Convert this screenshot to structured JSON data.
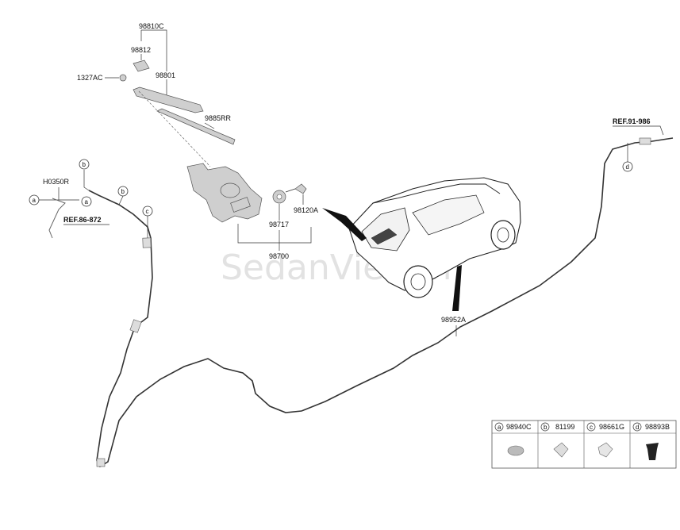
{
  "watermark": "SedanViet.vn",
  "references": {
    "ref_left": "REF.86-872",
    "ref_right": "REF.91-986"
  },
  "labels": {
    "p98810C": "98810C",
    "p98812": "98812",
    "p98801": "98801",
    "p1327AC": "1327AC",
    "p9885RR": "9885RR",
    "pH0350R": "H0350R",
    "p98120A": "98120A",
    "p98717": "98717",
    "p98700": "98700",
    "p98952A": "98952A"
  },
  "callouts": {
    "a": "a",
    "b": "b",
    "c": "c",
    "d": "d"
  },
  "legend": [
    {
      "key": "a",
      "part": "98940C"
    },
    {
      "key": "b",
      "part": "81199"
    },
    {
      "key": "c",
      "part": "98661G"
    },
    {
      "key": "d",
      "part": "98893B"
    }
  ]
}
